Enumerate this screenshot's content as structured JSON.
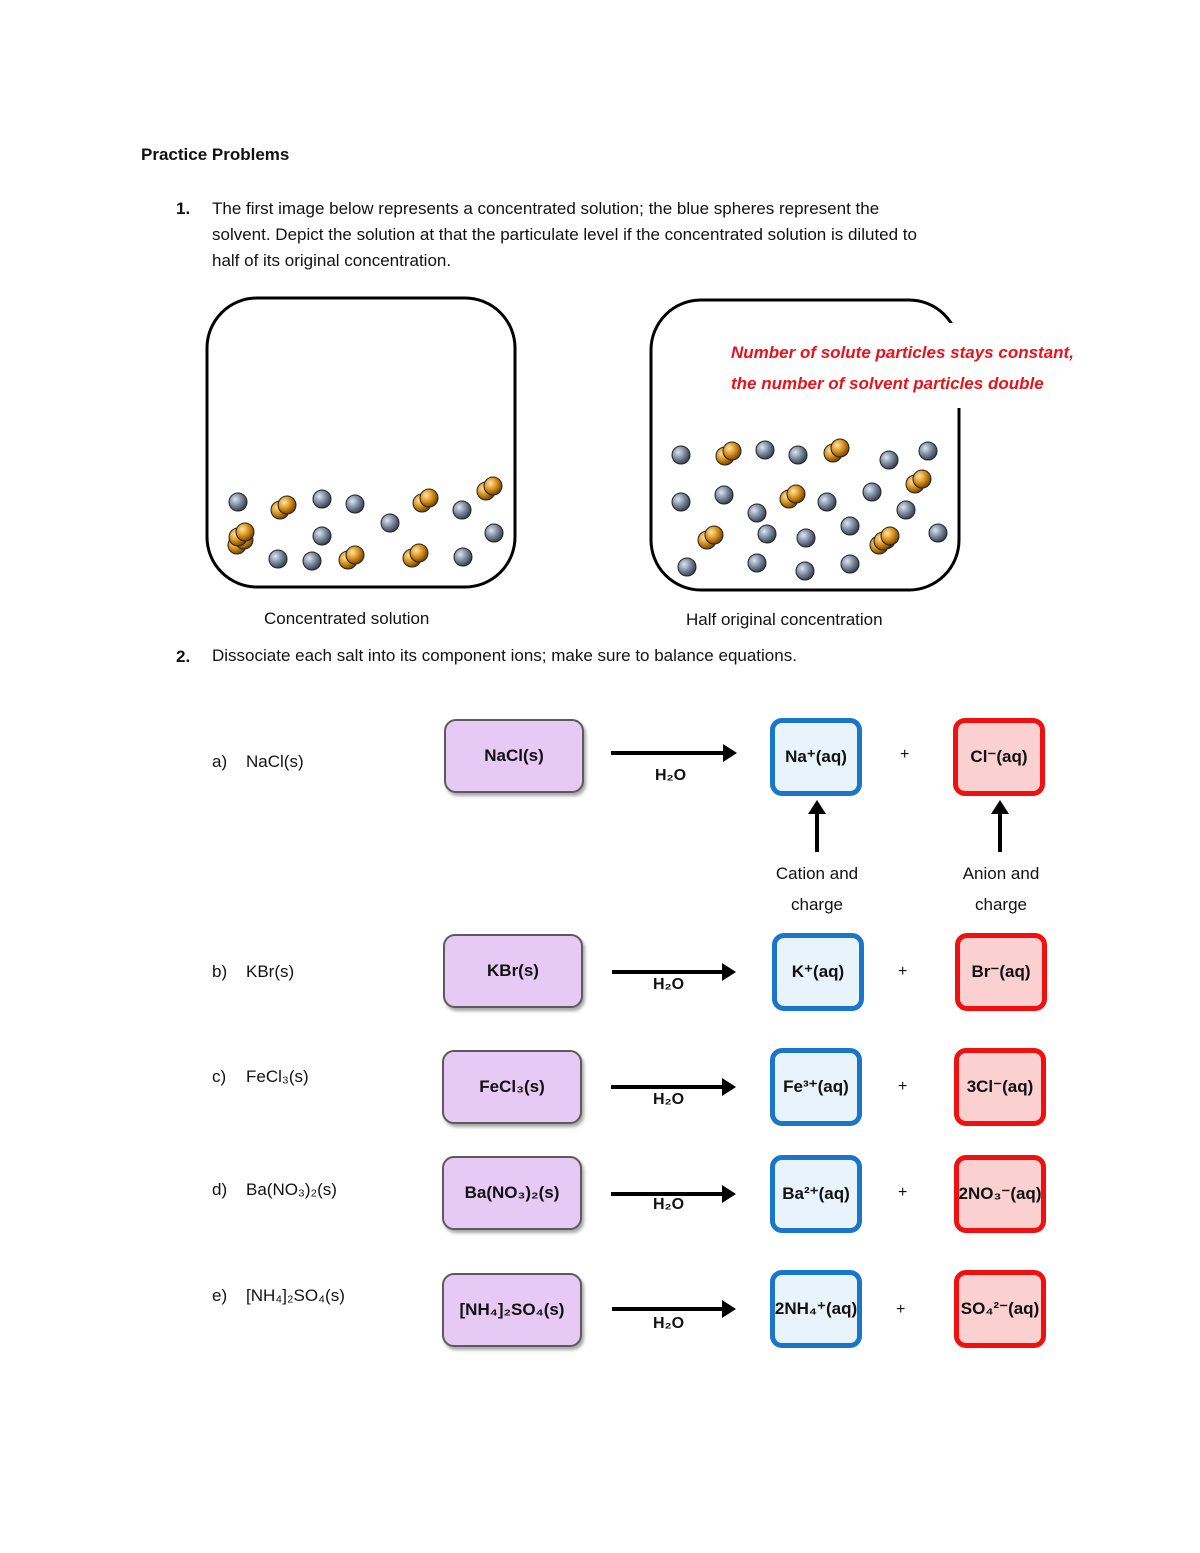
{
  "heading": "Practice Problems",
  "q1": {
    "number": "1.",
    "line1": "The first image below represents a concentrated solution; the blue spheres represent the",
    "line2": "solvent. Depict the solution at that the particulate level if the concentrated solution is diluted to",
    "line3": "half of its original concentration.",
    "caption_left": "Concentrated solution",
    "caption_right": "Half original concentration",
    "note_line1": "Number of solute particles stays constant,",
    "note_line2": "the number of solvent particles double"
  },
  "q2": {
    "number": "2.",
    "text": "Dissociate each salt into its component ions; make sure to balance equations.",
    "cation_label_1": "Cation and",
    "cation_label_2": "charge",
    "anion_label_1": "Anion and",
    "anion_label_2": "charge",
    "solvent": "H₂O",
    "plus": "+",
    "rows": [
      {
        "letter": "a)",
        "salt_text": "NaCl(s)",
        "salt_box": "NaCl(s)",
        "cation": "Na⁺(aq)",
        "anion": "Cl⁻(aq)"
      },
      {
        "letter": "b)",
        "salt_text": "KBr(s)",
        "salt_box": "KBr(s)",
        "cation": "K⁺(aq)",
        "anion": "Br⁻(aq)"
      },
      {
        "letter": "c)",
        "salt_text": "FeCl₃(s)",
        "salt_box": "FeCl₃(s)",
        "cation": "Fe³⁺(aq)",
        "anion": "3Cl⁻(aq)"
      },
      {
        "letter": "d)",
        "salt_text": "Ba(NO₃)₂(s)",
        "salt_box": "Ba(NO₃)₂(s)",
        "cation": "Ba²⁺(aq)",
        "anion": "2NO₃⁻(aq)"
      },
      {
        "letter": "e)",
        "salt_text": "[NH₄]₂SO₄(s)",
        "salt_box": "[NH₄]₂SO₄(s)",
        "cation": "2NH₄⁺(aq)",
        "anion": "SO₄²⁻(aq)"
      }
    ]
  },
  "colors": {
    "solvent_sphere": "#7d8aa0",
    "solute_sphere": "#d9901c",
    "note": "#e8131b",
    "cation_border": "#1a76c8",
    "anion_border": "#f01010",
    "salt_fill": "#e7c9f5"
  }
}
